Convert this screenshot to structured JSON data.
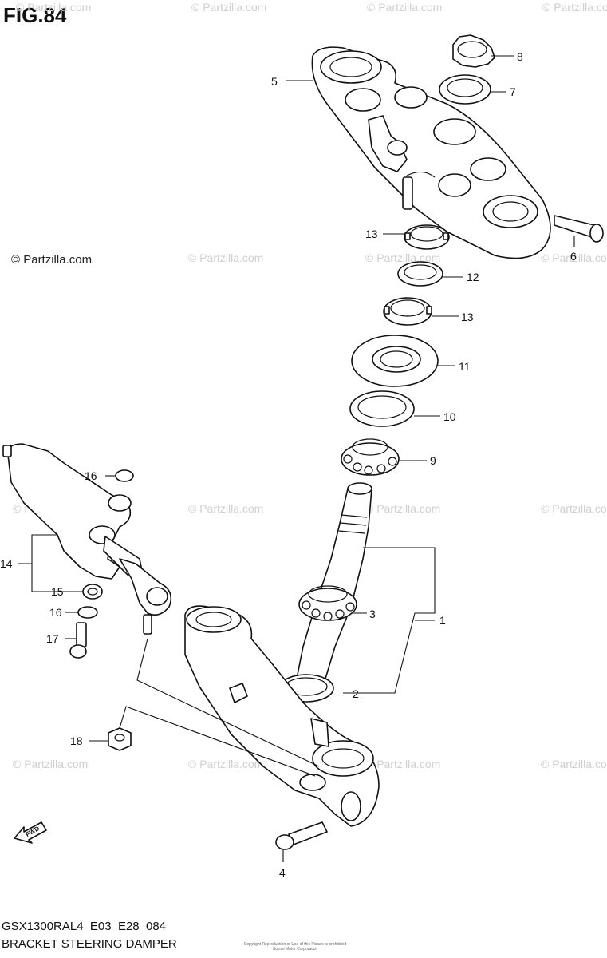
{
  "figure": {
    "title": "FIG.84",
    "model_code": "GSX1300RAL4_E03_E28_084",
    "name": "BRACKET STEERING DAMPER",
    "copyright_note": "Copyright Reproduction or Use of this Picture is prohibited Suzuki Motor Corporation"
  },
  "watermark": {
    "text": "© Partzilla.com",
    "primary_text": "© Partzilla.com"
  },
  "fwd_label": "FWD",
  "callouts": [
    "1",
    "2",
    "3",
    "4",
    "5",
    "6",
    "7",
    "8",
    "9",
    "10",
    "11",
    "12",
    "13",
    "13",
    "14",
    "15",
    "16",
    "16",
    "17",
    "18"
  ]
}
